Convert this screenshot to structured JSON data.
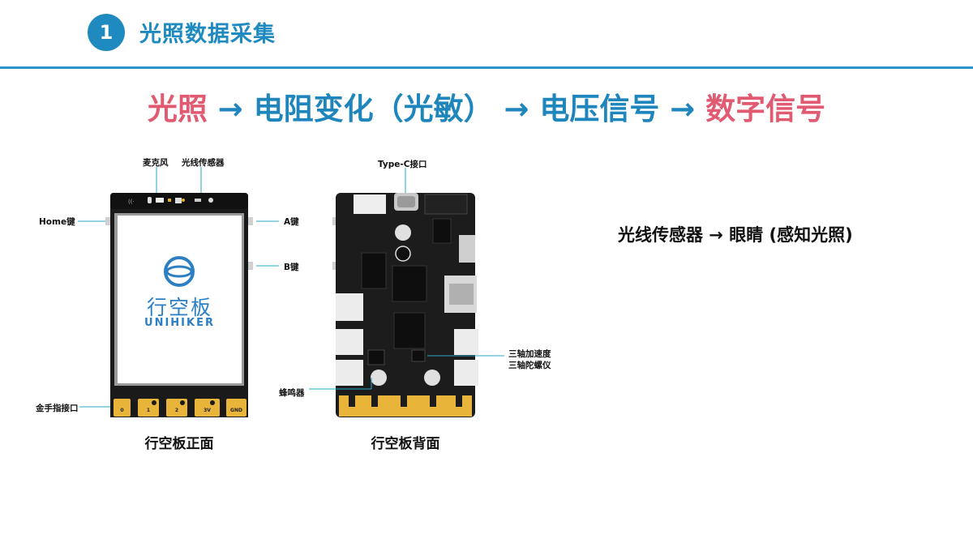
{
  "header": {
    "number": "1",
    "title": "光照数据采集"
  },
  "flow": {
    "step1": "光照",
    "arrow": " → ",
    "step2": "电阻变化（光敏）",
    "step3": "电压信号",
    "step4": "数字信号"
  },
  "analogy": "光线传感器 → 眼睛 (感知光照)",
  "front": {
    "caption": "行空板正面",
    "labels": {
      "mic": "麦克风",
      "light_sensor": "光线传感器",
      "home_key": "Home键",
      "a_key": "A键",
      "b_key": "B键",
      "gold_finger": "金手指接口"
    },
    "logo_cn": "行空板",
    "logo_en": "UNIHIKER",
    "pins": [
      "0",
      "1",
      "2",
      "3V",
      "GND"
    ]
  },
  "back": {
    "caption": "行空板背面",
    "labels": {
      "type_c": "Type-C接口",
      "accel": "三轴加速度",
      "gyro": "三轴陀螺仪",
      "buzzer": "蜂鸣器"
    }
  },
  "colors": {
    "accent_blue": "#1f8ac0",
    "accent_red": "#e05a72",
    "callout_line": "#28a7c4",
    "gold": "#e8b43a"
  }
}
